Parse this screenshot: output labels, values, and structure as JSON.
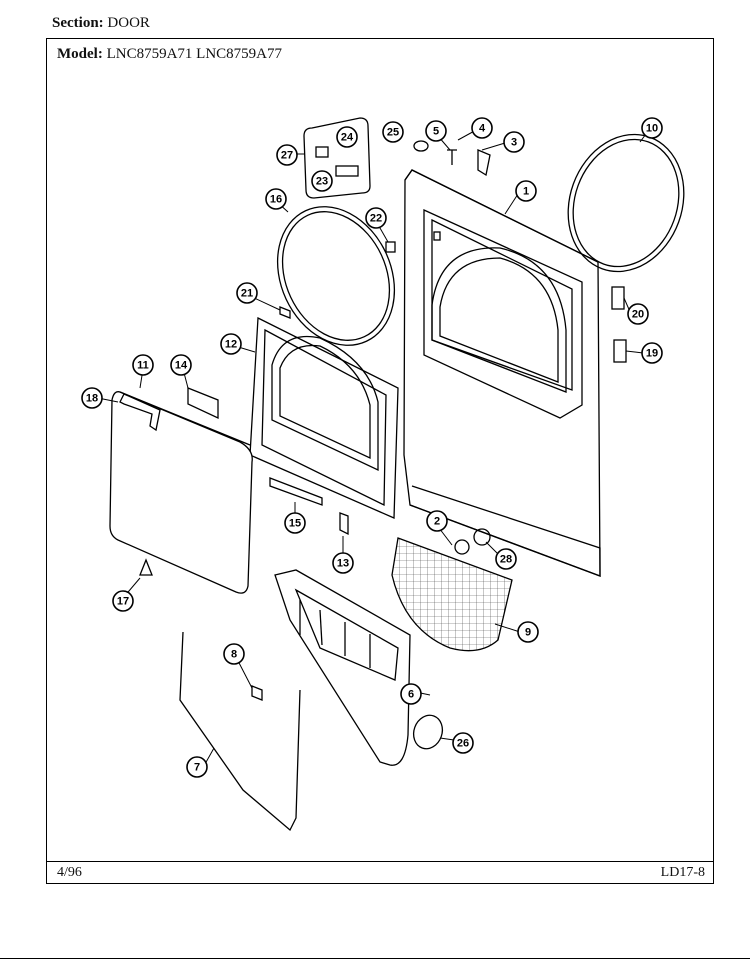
{
  "header": {
    "section_label": "Section:",
    "section_value": "DOOR",
    "model_label": "Model:",
    "model_value": "LNC8759A71  LNC8759A77"
  },
  "footer": {
    "date": "4/96",
    "code": "LD17-8"
  },
  "callouts": [
    "1",
    "2",
    "3",
    "4",
    "5",
    "6",
    "7",
    "8",
    "9",
    "10",
    "11",
    "12",
    "13",
    "14",
    "15",
    "16",
    "17",
    "18",
    "19",
    "20",
    "21",
    "22",
    "23",
    "24",
    "25",
    "26",
    "27",
    "28"
  ]
}
